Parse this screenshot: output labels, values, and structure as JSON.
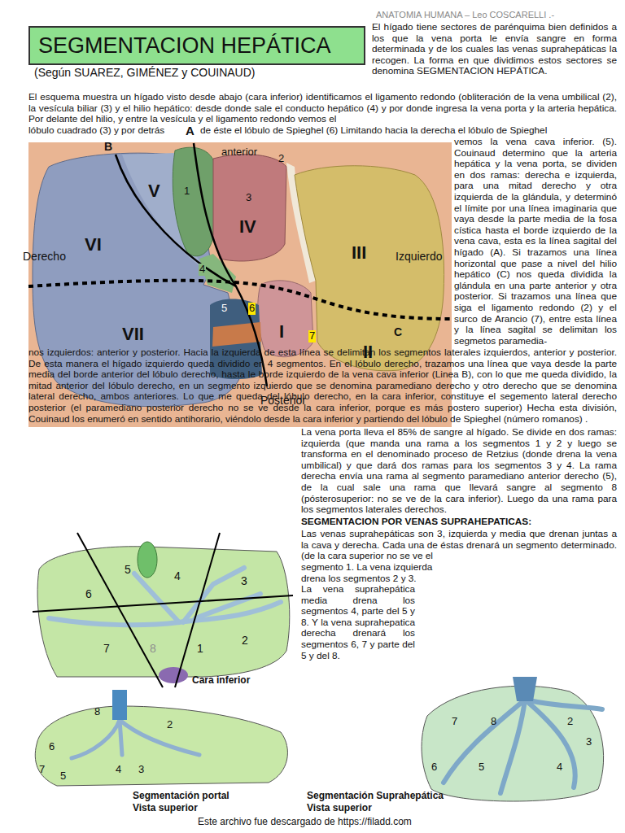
{
  "diagram": {
    "title": "SEGMENTACION HEPÁTICA",
    "labels": [
      "ANATOMIA HUMANA – Leo COSCARELLI .-",
      "(Según SUAREZ, GIMÉNEZ y COUINAUD)",
      "El hígado tiene sectores de parénquima bien definidos a los que la vena porta le envía sangre en forma determinada y de los cuales las venas suprahepáticas la recogen. La forma en que dividimos estos sectores se denomina SEGMENTACION HEPÁTICA.",
      "El esquema muestra un hígado visto desde abajo (cara inferior) identificamos el ligamento redondo (obliteración de la vena umbilical (2), la vesícula biliar (3) y el hilio hepático: desde donde sale el conducto hepático (4) y por donde ingresa la vena porta y la arteria hepática. Por delante del hilio, y entre la vesícula y el ligamento redondo vemos el",
      "lóbulo cuadrado (3) y por detrás",
      "de éste el lóbulo de Spieghel (6) Limitando hacia la derecha el lóbulo de Spieghel",
      "vemos la vena cava inferior. (5). Couinaud determino que la arteria hepática y la vena porta, se dividen en dos ramas: derecha e izquierda, para una mitad derecho y otra izquierda de la glándula, y determinó el límite por una línea imaginaria que vaya desde la parte media de la fosa cística hasta el borde izquierdo de la vena cava, esta es la línea sagital del hígado (A). Si trazamos una línea horizontal que pase a nivel del hilio hepático (C) nos queda dividida la glándula en una parte anterior y otra posterior. Si trazamos una línea que siga el ligamento redondo (2) y el surco de Arancio (7), entre esta línea y la línea sagital se delimitan los segmetos paramedia-",
      "nos izquierdos: anterior y posterior. Hacia la izquierda de esta línea se delimitan los segmentos laterales izquierdos, anterior y posterior. De esta manera el hígado izquierdo queda dividido en 4 segmentos. En el lóbulo derecho, trazamos una línea que vaya desde la parte media del borde anterior del lóbulo derecho, hasta le borde izquierdo de la vena cava inferior (Linea B), con lo que me queda dividido, la mitad anterior del lóbulo derecho, en un segmento izquierdo que se denomina paramediano derecho y otro derecho que se denomina lateral derecho, ambos anteriores. Lo que me queda del lóbulo derecho, en la cara inferior, constituye el segemento lateral derecho posterior (el paramediano posterior derecho no se ve desde la cara inferior, porque es más postero superior) Hecha esta división, Couinaud los enumeró en sentido antihorario, viéndolo desde la cara inferior y partiendo del lóbulo de Spieghel (número romanos) .",
      "A",
      "B",
      "anterior",
      "2",
      "V",
      "1",
      "3",
      "IV",
      "VI",
      "III",
      "Izquierdo",
      "Derecho",
      "4",
      "5",
      "6",
      "C",
      "VII",
      "I",
      "7",
      "II",
      "Posterior",
      "La vena porta lleva el 85% de sangre al hígado. Se divide en dos ramas: izquierda (que manda una rama a los segmentos 1 y 2 y luego se transforma en el denominado proceso de Retzius (donde drena la vena umbilical) y que dará dos ramas para los segmentos 3 y 4. La rama derecha envía una rama al segmento paramediano anterior derecho (5), de la cual sale una rama que llevará sangre al segmento 8 (pósterosuperior: no se ve de la cara inferior). Luego da una rama para los segmentos laterales derechos.",
      "SEGMENTACION POR VENAS SUPRAHEPATICAS:",
      "Las venas suprahepáticas son 3, izquierda y media que drenan juntas a la cava y derecha. Cada una de éstas drenará un segmento determinado. (de la cara superior no se ve el",
      "segmento 1. La vena izquierda drena los segmentos 2 y 3.",
      "La vena suprahepática media drena los segmentos 4, parte del 5 y 8. Y la vena suprahepatica derecha drenará los segmentos 6, 7 y parte del 5 y del 8.",
      "5",
      "4",
      "3",
      "6",
      "7",
      "8",
      "1",
      "2",
      "Cara inferior",
      "8",
      "2",
      "6",
      "7",
      "4",
      "3",
      "5",
      "Segmentación portal",
      "Vista superior",
      "7",
      "8",
      "2",
      "3",
      "6",
      "5",
      "4",
      "Segmentación Suprahepática",
      "Vista superior",
      "Este archivo fue descargado de https://filadd.com"
    ]
  }
}
